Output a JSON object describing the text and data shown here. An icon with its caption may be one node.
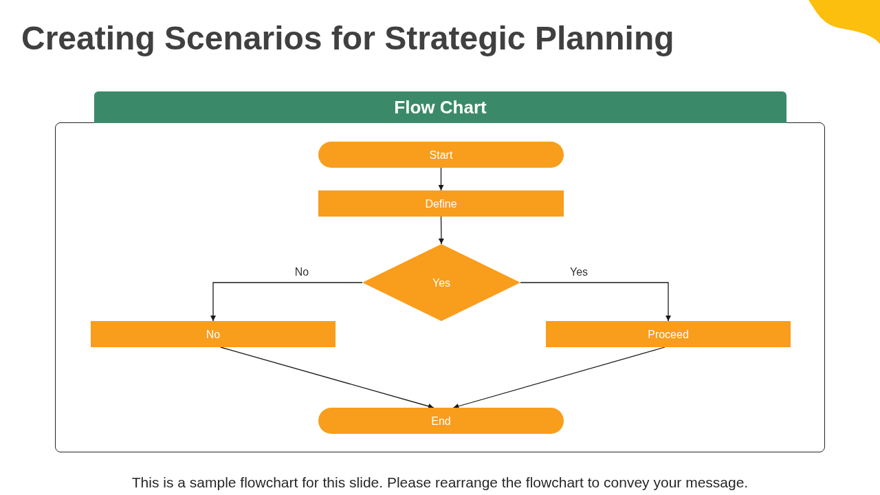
{
  "diagram": {
    "title": "Creating Scenarios for Strategic Planning",
    "caption": "This is a sample flowchart for this slide. Please rearrange the flowchart to convey your message.",
    "nodes": [
      {
        "text": [
          "Flow Chart"
        ]
      },
      {
        "text": [
          "Start"
        ],
        "in": 0
      },
      {
        "text": [
          "Define"
        ],
        "in": 0
      },
      {
        "text": [
          "Yes"
        ],
        "in": 0
      },
      {
        "text": [
          "No"
        ],
        "in": 0
      },
      {
        "text": [
          "Proceed"
        ],
        "in": 0
      },
      {
        "text": [
          "End"
        ],
        "in": 0
      }
    ],
    "edges": [
      {
        "from": 1,
        "to": 2,
        "arrow": "to"
      },
      {
        "from": 2,
        "to": 3,
        "arrow": "to"
      },
      {
        "from": 3,
        "to": 4,
        "label": "No",
        "arrow": "to"
      },
      {
        "from": 3,
        "to": 5,
        "label": "Yes",
        "arrow": "to"
      },
      {
        "from": 4,
        "to": 6,
        "arrow": "to"
      },
      {
        "from": 5,
        "to": 6,
        "arrow": "to"
      }
    ]
  }
}
